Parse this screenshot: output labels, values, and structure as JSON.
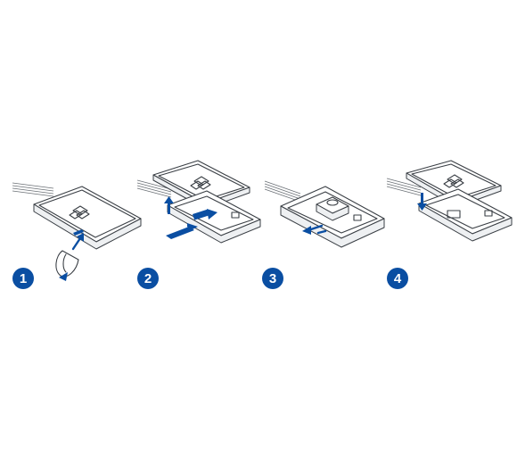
{
  "steps": [
    {
      "number": "1"
    },
    {
      "number": "2"
    },
    {
      "number": "3"
    },
    {
      "number": "4"
    }
  ],
  "icons": [
    "pry-tool-icon",
    "lift-arrow-icon",
    "sim-card-icon",
    "battery-connector-icon",
    "close-cover-arrow-icon"
  ],
  "colors": {
    "accent": "#0a4ea2",
    "outline": "#3a3f45",
    "background": "#ffffff"
  }
}
